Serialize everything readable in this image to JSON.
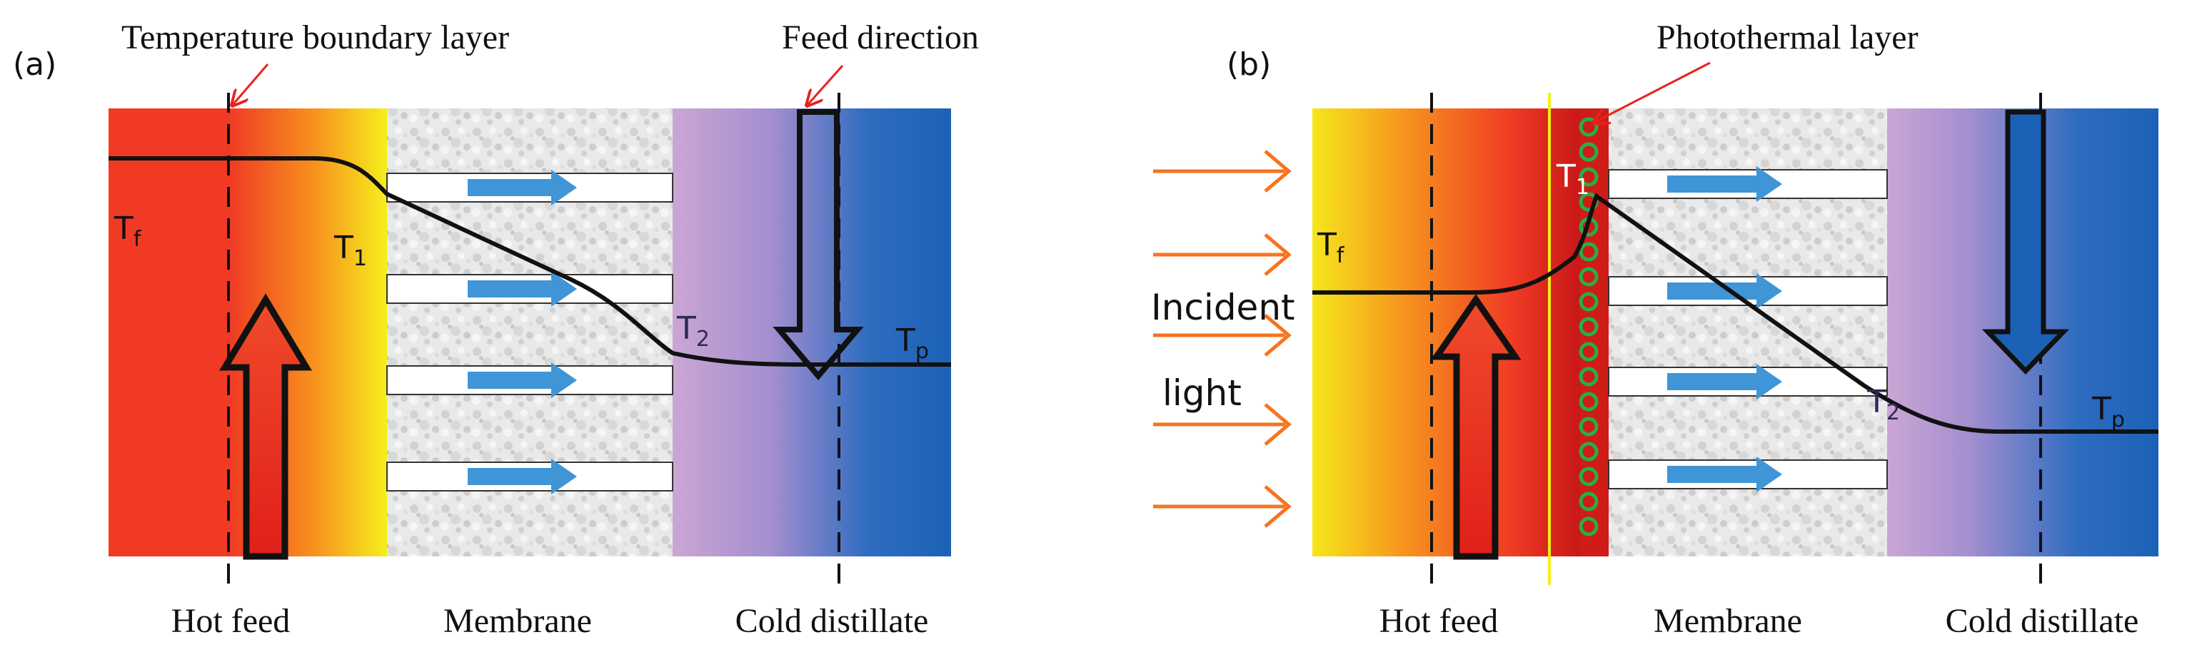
{
  "panel_a": {
    "label": "(a)",
    "callout_boundary": "Temperature boundary layer",
    "callout_feed": "Feed direction",
    "t_f": "T",
    "t_f_sub": "f",
    "t_1": "T",
    "t_1_sub": "1",
    "t_2": "T",
    "t_2_sub": "2",
    "t_p": "T",
    "t_p_sub": "p",
    "zone_hot": "Hot feed",
    "zone_membrane": "Membrane",
    "zone_cold": "Cold distillate"
  },
  "panel_b": {
    "label": "(b)",
    "callout_photothermal": "Photothermal layer",
    "incident_line1": "Incident",
    "incident_line2": "light",
    "t_f": "T",
    "t_f_sub": "f",
    "t_1": "T",
    "t_1_sub": "1",
    "t_2": "T",
    "t_2_sub": "2",
    "t_p": "T",
    "t_p_sub": "p",
    "zone_hot": "Hot feed",
    "zone_membrane": "Membrane",
    "zone_cold": "Cold distillate"
  },
  "colors": {
    "hot_red": "#f03a24",
    "orange": "#f7931e",
    "yellow": "#f5ee1c",
    "lilac": "#c9a5d3",
    "blue": "#1b62b6",
    "arrow_blue": "#3f95d6",
    "callout_red": "#e8211c",
    "light_orange": "#f7741f",
    "particle_green": "#22b04b",
    "membrane_grey": "#e6e6e6"
  }
}
